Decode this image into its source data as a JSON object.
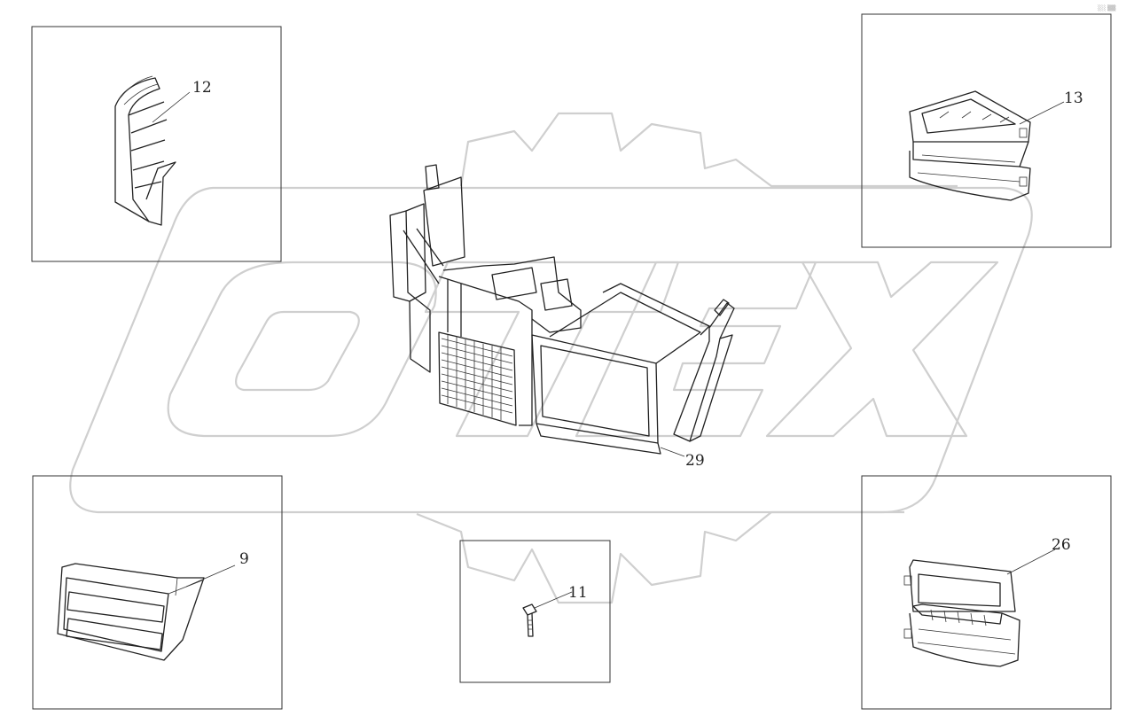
{
  "watermark": {
    "text": "OTEX",
    "color": "#cfcfcf"
  },
  "corner_mark": "░░ ▒▒",
  "callouts": {
    "part_12": "12",
    "part_13": "13",
    "part_29": "29",
    "part_9": "9",
    "part_11": "11",
    "part_26": "26"
  },
  "colors": {
    "line": "#222222",
    "frame": "#333333",
    "background": "#ffffff"
  }
}
